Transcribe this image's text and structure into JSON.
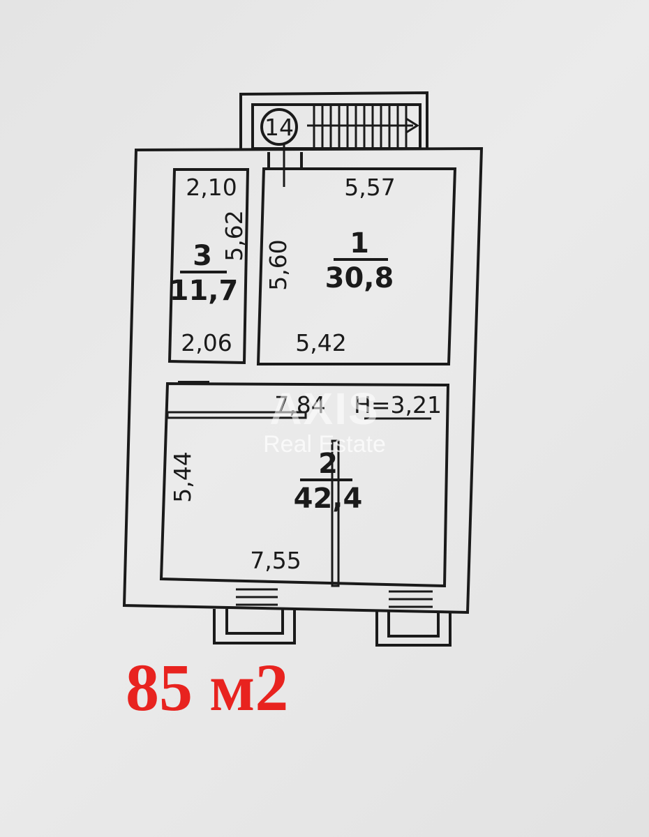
{
  "entrance_number": "14",
  "rooms": [
    {
      "number": "1",
      "area": "30,8"
    },
    {
      "number": "2",
      "area": "42,4"
    },
    {
      "number": "3",
      "area": "11,7"
    }
  ],
  "dimensions": {
    "room1_top": "5,57",
    "room1_left": "5,60",
    "room1_bottom": "5,42",
    "room2_top": "7,84",
    "room2_left": "5,44",
    "room2_bottom": "7,55",
    "room3_top": "2,10",
    "room3_right": "5,62",
    "room3_bottom": "2,06",
    "ceiling_height": "H=3,21"
  },
  "watermark": {
    "brand": "AXIS",
    "subtitle": "Real Estate"
  },
  "total_area": "85 м2",
  "colors": {
    "walls": "#1a1a1a",
    "total_area": "#e8231f",
    "background": "#e6e6e6"
  }
}
